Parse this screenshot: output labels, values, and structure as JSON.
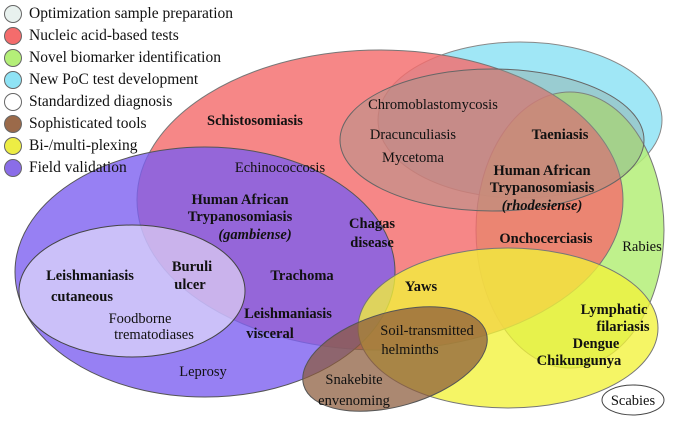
{
  "legend": [
    {
      "label": "Optimization sample preparation",
      "color": "#e8f1ee"
    },
    {
      "label": "Nucleic acid-based tests",
      "color": "#f46c6c"
    },
    {
      "label": "Novel biomarker identification",
      "color": "#b4ef78"
    },
    {
      "label": "New PoC test development",
      "color": "#8fe3f5"
    },
    {
      "label": "Standardized diagnosis",
      "color": "#ffffff"
    },
    {
      "label": "Sophisticated tools",
      "color": "#9b6a4a"
    },
    {
      "label": "Bi-/multi-plexing",
      "color": "#eded44"
    },
    {
      "label": "Field validation",
      "color": "#8a6de8"
    }
  ],
  "diseases": {
    "schistosomiasis": "Schistosomiasis",
    "echinococcosis": "Echinococcosis",
    "chromoblastomycosis": "Chromoblastomycosis",
    "dracunculiasis": "Dracunculiasis",
    "mycetoma": "Mycetoma",
    "taeniasis": "Taeniasis",
    "hat_rhod_1": "Human African",
    "hat_rhod_2": "Trypanosomiasis",
    "hat_rhod_3": "rhodesiense",
    "hat_gamb_1": "Human African",
    "hat_gamb_2": "Trypanosomiasis",
    "hat_gamb_3": "gambiense",
    "chagas_1": "Chagas",
    "chagas_2": "disease",
    "onchocerciasis": "Onchocerciasis",
    "rabies": "Rabies",
    "leish_cut_1": "Leishmaniasis",
    "leish_cut_2": "cutaneous",
    "buruli_1": "Buruli",
    "buruli_2": "ulcer",
    "trachoma": "Trachoma",
    "foodborne_1": "Foodborne",
    "foodborne_2": "trematodiases",
    "leish_vis_1": "Leishmaniasis",
    "leish_vis_2": "visceral",
    "yaws": "Yaws",
    "sth_1": "Soil-transmitted",
    "sth_2": "helminths",
    "lf_1": "Lymphatic",
    "lf_2": "filariasis",
    "dengue": "Dengue",
    "chikungunya": "Chikungunya",
    "leprosy": "Leprosy",
    "snakebite_1": "Snakebite",
    "snakebite_2": "envenoming",
    "scabies": "Scabies"
  }
}
